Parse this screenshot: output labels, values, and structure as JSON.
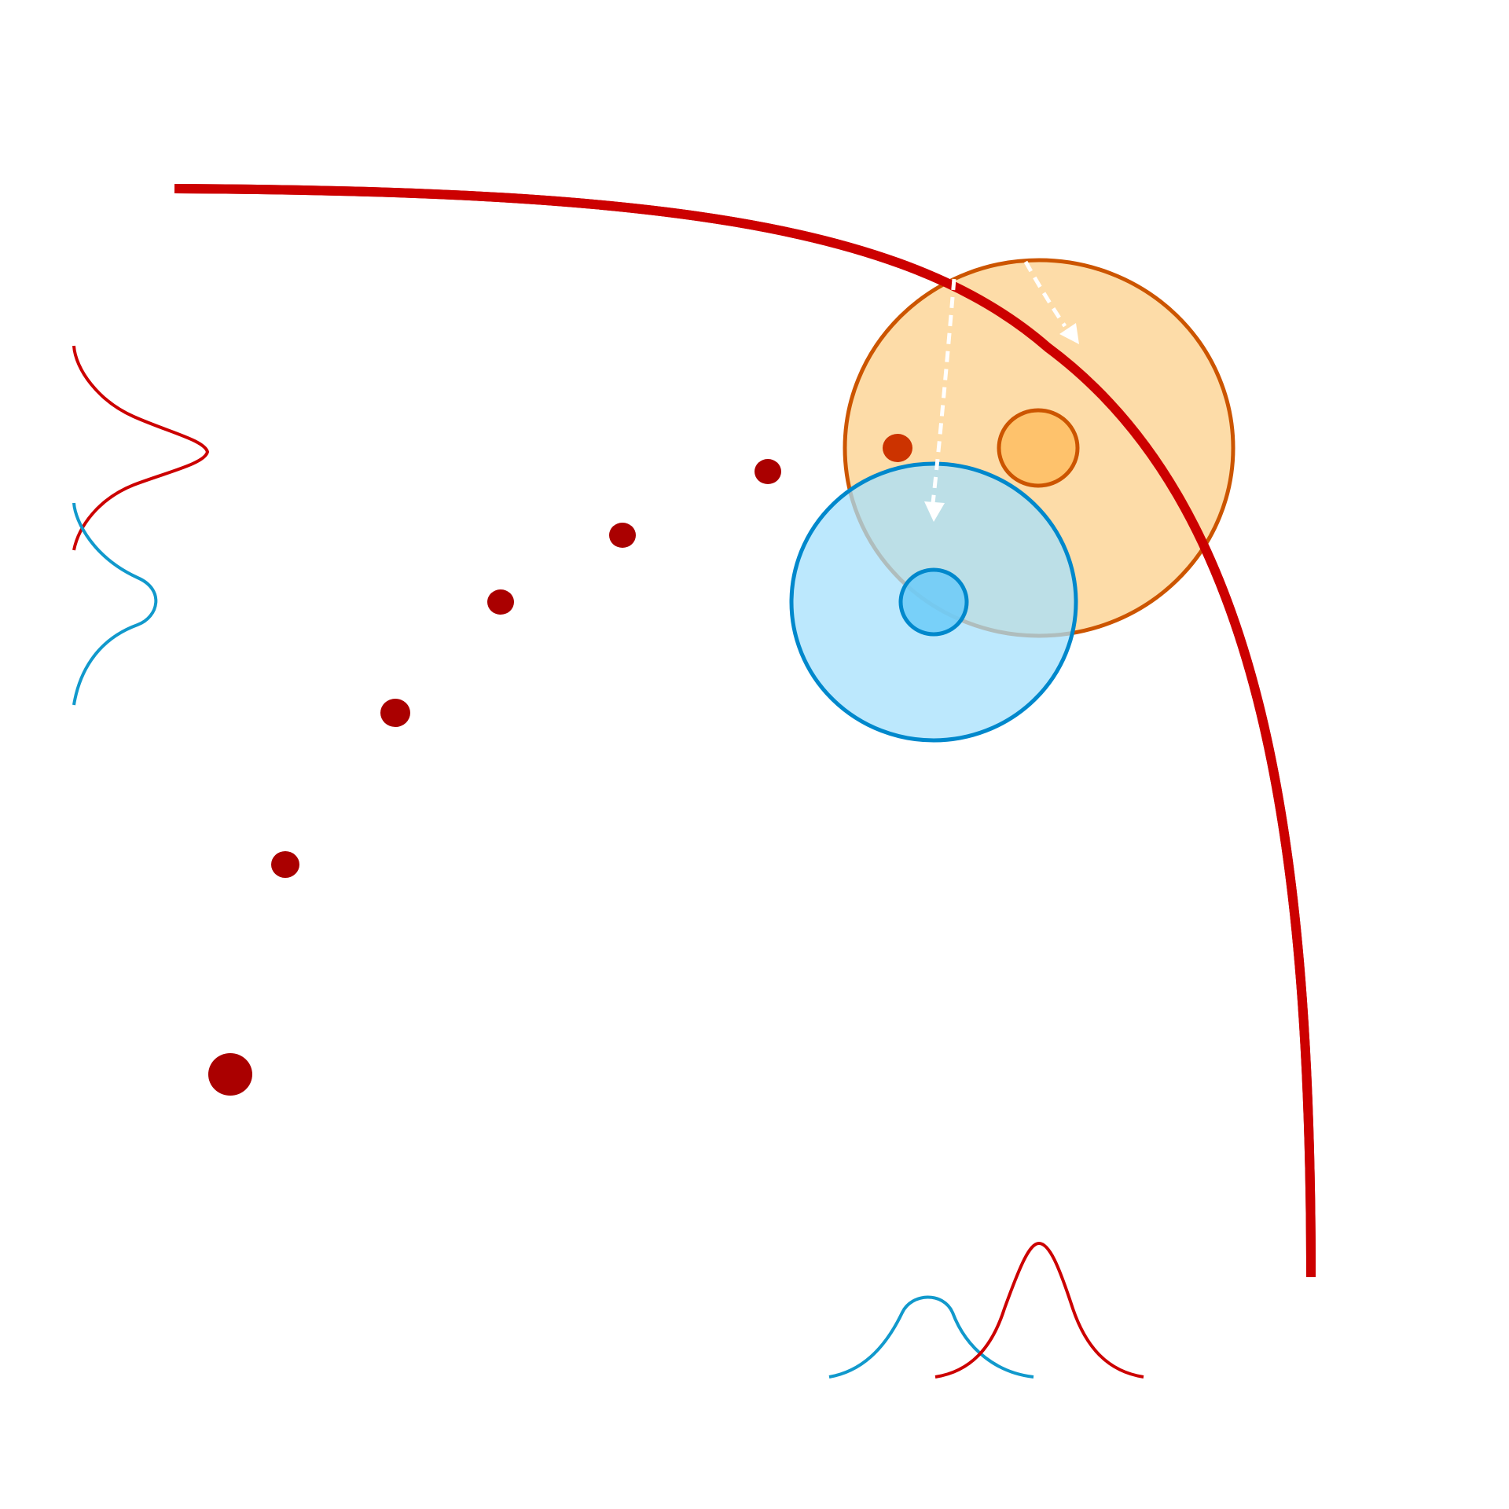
{
  "colors": {
    "background": "#ffffff",
    "frontier": "#cc0000",
    "dots": "#aa0000",
    "orange_point": "#cc3300",
    "orange_fill": "#fddca8",
    "orange_stroke": "#cc5500",
    "orange_inner_fill": "#fec26c",
    "blue_fill": "#a6e0fc",
    "blue_stroke": "#0088cc",
    "blue_inner_fill": "#6ccbf8",
    "red_curve": "#cc0000",
    "blue_curve": "#1199cc",
    "arrow": "#ffffff"
  },
  "elements": {
    "frontier_curve": "pareto-frontier",
    "dots": "observed-points",
    "orange_region": "orange-distribution",
    "blue_region": "blue-distribution",
    "arrows": "shift-arrows",
    "left_marginals": "y-marginal-densities",
    "bottom_marginals": "x-marginal-densities"
  }
}
